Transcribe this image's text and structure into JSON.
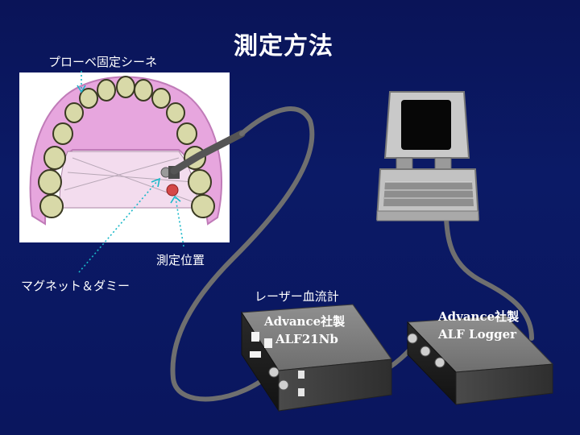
{
  "title": "測定方法",
  "labels": {
    "probe_splint": "プローベ固定シーネ",
    "measure_position": "測定位置",
    "magnet_dummy": "マグネット＆ダミー",
    "laser_flowmeter": "レーザー血流計"
  },
  "devices": {
    "flowmeter": {
      "maker": "Advance社製",
      "model": "ALF21Nb"
    },
    "logger": {
      "maker": "Advance社製",
      "model": "ALF Logger"
    }
  },
  "colors": {
    "background": "#0b1a66",
    "leader_line": "#19b8c8",
    "gum": "#e7a6de",
    "cable": "#6f6f6f"
  }
}
